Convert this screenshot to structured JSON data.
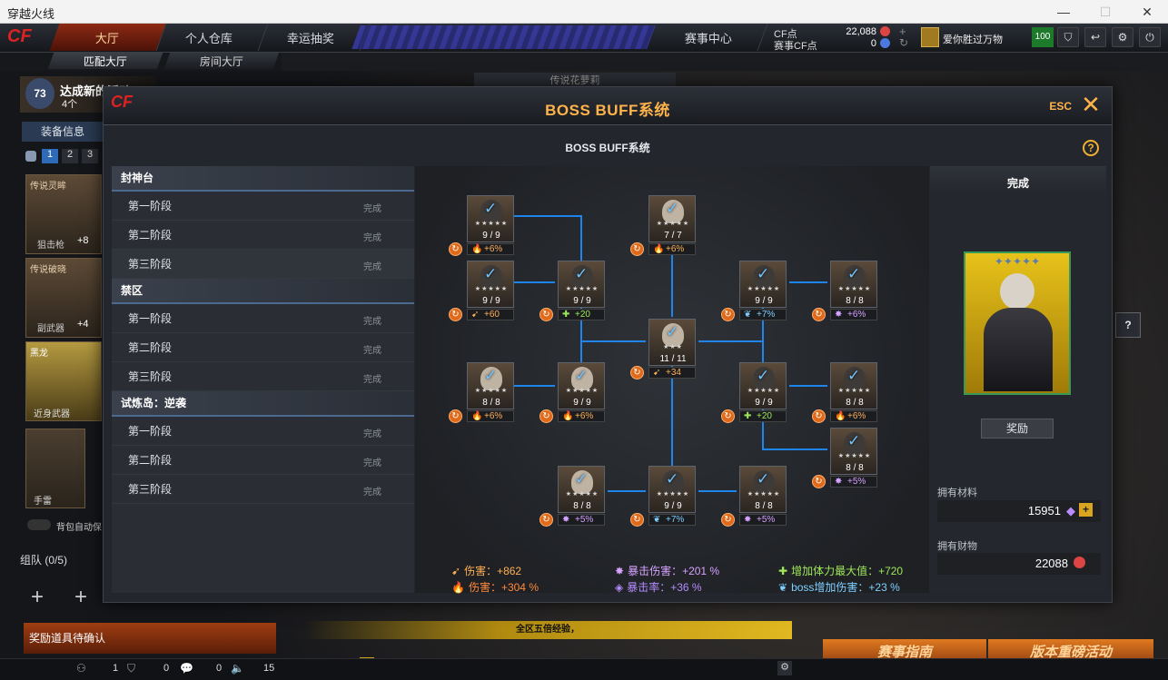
{
  "window": {
    "title": "穿越火线",
    "min": "—",
    "max": "☐",
    "close": "✕"
  },
  "topnav": {
    "tabs": [
      "大厅",
      "个人仓库",
      "幸运抽奖",
      "赛事中心"
    ],
    "subtabs": [
      "匹配大厅",
      "房间大厅"
    ],
    "cf_label": "CF点",
    "cf_value": "22,088",
    "match_cf_label": "赛事CF点",
    "match_cf_value": "0",
    "player_name": "爱你胜过万物",
    "level_badge": "100"
  },
  "background": {
    "achievement_title": "达成新的活动!",
    "achievement_count": "4个",
    "rank_level": "73",
    "equip_info": "装备信息",
    "slot_tabs": [
      "1",
      "2",
      "3"
    ],
    "cards": [
      {
        "label": "传说灵眸",
        "sub": "狙击枪",
        "num": "+8"
      },
      {
        "label": "传说破晓",
        "sub": "副武器",
        "num": "+4"
      },
      {
        "label": "黑龙",
        "sub": "近身武器",
        "num": ""
      }
    ],
    "grenade_label": "手雷",
    "backpack_label": "背包自动保",
    "team_label": "组队 (0/5)",
    "reward_confirm": "奖励道具待确认",
    "center_tab": "传说花萝莉",
    "chat_team": "组队",
    "banner_text": "全区五倍经验，",
    "btn_guide": "赛事指南",
    "btn_event": "版本重磅活动",
    "status_counts": [
      "1",
      "0",
      "0",
      "15"
    ]
  },
  "modal": {
    "title": "BOSS BUFF系统",
    "esc": "ESC",
    "subtitle": "BOSS BUFF系统",
    "help": "?",
    "categories": [
      {
        "name": "封神台",
        "stages": [
          {
            "label": "第一阶段",
            "status": "完成"
          },
          {
            "label": "第二阶段",
            "status": "完成"
          },
          {
            "label": "第三阶段",
            "status": "完成"
          }
        ]
      },
      {
        "name": "禁区",
        "stages": [
          {
            "label": "第一阶段",
            "status": "完成"
          },
          {
            "label": "第二阶段",
            "status": "完成"
          },
          {
            "label": "第三阶段",
            "status": "完成"
          }
        ]
      },
      {
        "name": "试炼岛：逆袭",
        "stages": [
          {
            "label": "第一阶段",
            "status": "完成"
          },
          {
            "label": "第二阶段",
            "status": "完成"
          },
          {
            "label": "第三阶段",
            "status": "完成"
          }
        ]
      }
    ],
    "nodes": [
      {
        "lvl": "9 / 9",
        "stars": "★★★★★",
        "buff": "+6%",
        "kind": "orange",
        "icon": "fire-icon",
        "face": "dark"
      },
      {
        "lvl": "7 / 7",
        "stars": "★★★★★",
        "buff": "+6%",
        "kind": "orange",
        "icon": "fire-icon",
        "face": "light"
      },
      {
        "lvl": "9 / 9",
        "stars": "★★★★★",
        "buff": "+60",
        "kind": "orange",
        "icon": "bullet-icon",
        "face": "dark"
      },
      {
        "lvl": "9 / 9",
        "stars": "★★★★★",
        "buff": "+20",
        "kind": "green",
        "icon": "plus-icon",
        "face": "dark"
      },
      {
        "lvl": "9 / 9",
        "stars": "★★★★★",
        "buff": "+7%",
        "kind": "blue",
        "icon": "wings-icon",
        "face": "dark"
      },
      {
        "lvl": "8 / 8",
        "stars": "★★★★★",
        "buff": "+6%",
        "kind": "purple",
        "icon": "burst-icon",
        "face": "dark"
      },
      {
        "lvl": "11 / 11",
        "stars": "★★★",
        "buff": "+34",
        "kind": "orange",
        "icon": "bullet-icon",
        "face": "light"
      },
      {
        "lvl": "8 / 8",
        "stars": "★★★★★",
        "buff": "+6%",
        "kind": "orange",
        "icon": "fire-icon",
        "face": "light"
      },
      {
        "lvl": "9 / 9",
        "stars": "★★★★★",
        "buff": "+6%",
        "kind": "orange",
        "icon": "fire-icon",
        "face": "light"
      },
      {
        "lvl": "9 / 9",
        "stars": "★★★★★",
        "buff": "+20",
        "kind": "green",
        "icon": "plus-icon",
        "face": "dark"
      },
      {
        "lvl": "8 / 8",
        "stars": "★★★★★",
        "buff": "+6%",
        "kind": "orange",
        "icon": "fire-icon",
        "face": "dark"
      },
      {
        "lvl": "8 / 8",
        "stars": "★★★★★",
        "buff": "+5%",
        "kind": "purple",
        "icon": "burst-icon",
        "face": "dark"
      },
      {
        "lvl": "8 / 8",
        "stars": "★★★★★",
        "buff": "+5%",
        "kind": "purple",
        "icon": "burst-icon",
        "face": "light"
      },
      {
        "lvl": "9 / 9",
        "stars": "★★★★★",
        "buff": "+7%",
        "kind": "blue",
        "icon": "wings-icon",
        "face": "dark"
      },
      {
        "lvl": "8 / 8",
        "stars": "★★★★★",
        "buff": "+5%",
        "kind": "purple",
        "icon": "burst-icon",
        "face": "dark"
      }
    ],
    "totals": [
      {
        "text": "伤害：+862",
        "color": "#ffb055",
        "icon": "bullet-icon"
      },
      {
        "text": "伤害：+304 %",
        "color": "#ff8a3a",
        "icon": "fire-icon"
      },
      {
        "text": "暴击伤害：+201 %",
        "color": "#d5a2ff",
        "icon": "burst-icon"
      },
      {
        "text": "暴击率：+36 %",
        "color": "#b48cff",
        "icon": "crit-icon"
      },
      {
        "text": "增加体力最大值：+720",
        "color": "#9fe85a",
        "icon": "plus-icon"
      },
      {
        "text": "boss增加伤害：+23 %",
        "color": "#7fd0ff",
        "icon": "wings-icon"
      }
    ],
    "right": {
      "done": "完成",
      "card_stars": "✦✦✦✦✦",
      "reward_btn": "奖励",
      "material_label": "拥有材料",
      "material_value": "15951",
      "wealth_label": "拥有财物",
      "wealth_value": "22088"
    }
  }
}
